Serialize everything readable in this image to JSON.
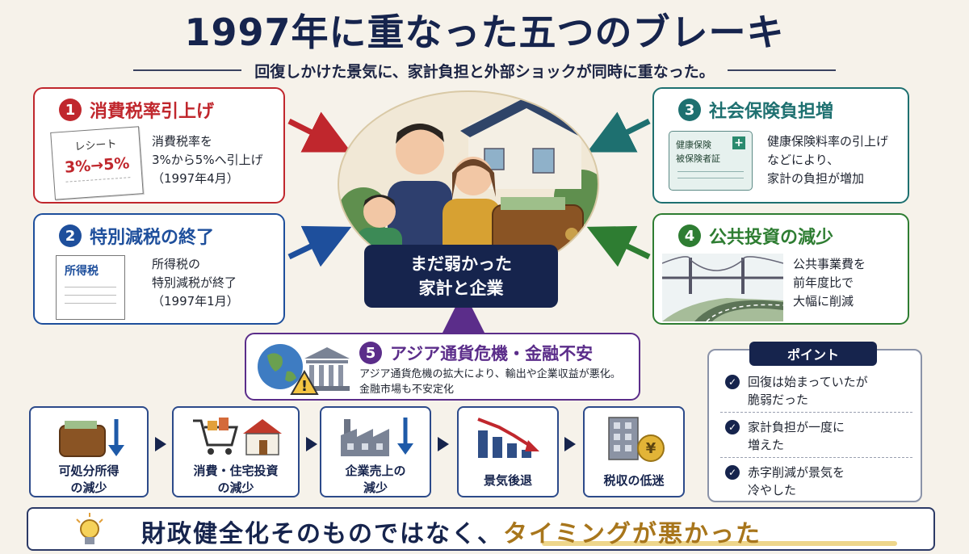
{
  "title": "1997年に重なった五つのブレーキ",
  "subtitle": "回復しかけた景気に、家計負担と外部ショックが同時に重なった。",
  "factors": {
    "f1": {
      "num": "1",
      "title": "消費税率引上げ",
      "desc": [
        "消費税率を",
        "3%から5%へ引上げ",
        "（1997年4月）"
      ],
      "receipt_label": "レシート",
      "receipt_value": "3%→5%",
      "color": "#c0272d"
    },
    "f2": {
      "num": "2",
      "title": "特別減税の終了",
      "desc": [
        "所得税の",
        "特別減税が終了",
        "（1997年1月）"
      ],
      "doc_label": "所得税",
      "color": "#1e4f9c"
    },
    "f3": {
      "num": "3",
      "title": "社会保険負担増",
      "desc": [
        "健康保険料率の引上げ",
        "などにより、",
        "家計の負担が増加"
      ],
      "card_label": [
        "健康保険",
        "被保険者証"
      ],
      "color": "#1e7070"
    },
    "f4": {
      "num": "4",
      "title": "公共投資の減少",
      "desc": [
        "公共事業費を",
        "前年度比で",
        "大幅に削減"
      ],
      "color": "#2e7d32"
    },
    "f5": {
      "num": "5",
      "title": "アジア通貨危機・金融不安",
      "desc": [
        "アジア通貨危機の拡大により、輸出や企業収益が悪化。",
        "金融市場も不安定化"
      ],
      "color": "#5b2d8a"
    }
  },
  "center": {
    "line1": "まだ弱かった",
    "line2": "家計と企業"
  },
  "flow": [
    {
      "label": [
        "可処分所得",
        "の減少"
      ],
      "icon": "wallet-down-icon"
    },
    {
      "label": [
        "消費・住宅投資",
        "の減少"
      ],
      "icon": "cart-house-icon"
    },
    {
      "label": [
        "企業売上の",
        "減少"
      ],
      "icon": "factory-down-icon"
    },
    {
      "label": [
        "景気後退"
      ],
      "icon": "chart-down-icon"
    },
    {
      "label": [
        "税収の低迷"
      ],
      "icon": "building-yen-icon"
    }
  ],
  "points": {
    "header": "ポイント",
    "items": [
      [
        "回復は始まっていたが",
        "脆弱だった"
      ],
      [
        "家計負担が一度に",
        "増えた"
      ],
      [
        "赤字削減が景気を",
        "冷やした"
      ]
    ]
  },
  "conclusion": {
    "prefix": "財政健全化そのものではなく、",
    "highlight": "タイミングが悪かった"
  },
  "colors": {
    "navy": "#16244d",
    "gold": "#a8761c"
  }
}
